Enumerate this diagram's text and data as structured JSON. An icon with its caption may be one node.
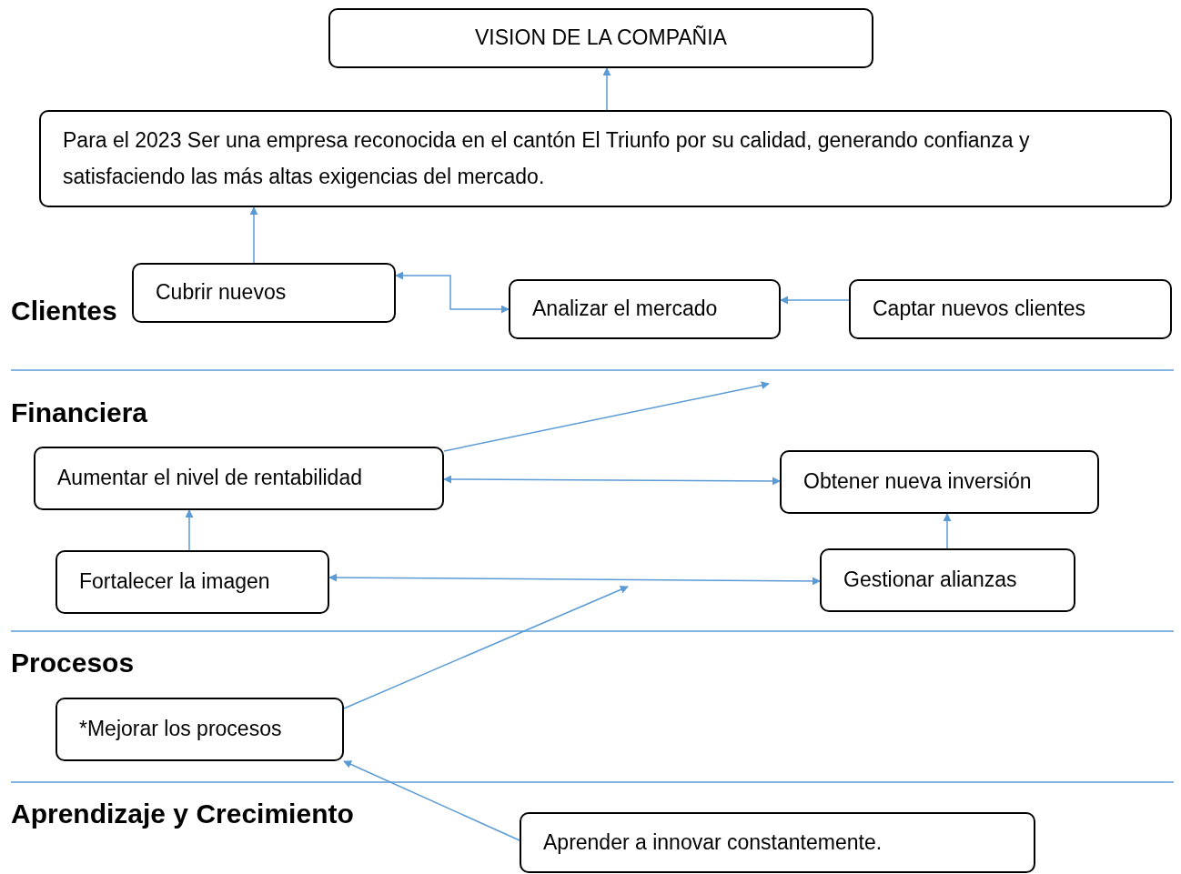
{
  "diagram": {
    "nodes": [
      {
        "text": [
          "VISION DE LA COMPAÑIA"
        ]
      },
      {
        "text": [
          "Para el 2023 Ser una empresa reconocida en el cantón El Triunfo por su calidad, generando confianza y satisfaciendo las más altas exigencias del mercado."
        ]
      },
      {
        "text": [
          "Cubrir nuevos"
        ]
      },
      {
        "text": [
          "Analizar el mercado"
        ]
      },
      {
        "text": [
          "Captar nuevos clientes"
        ]
      },
      {
        "text": [
          "Aumentar el nivel de rentabilidad"
        ]
      },
      {
        "text": [
          "Obtener nueva inversión"
        ]
      },
      {
        "text": [
          "Fortalecer la imagen"
        ]
      },
      {
        "text": [
          "Gestionar alianzas"
        ]
      },
      {
        "text": [
          "*Mejorar los procesos"
        ]
      },
      {
        "text": [
          "Aprender a innovar constantemente."
        ]
      }
    ],
    "edges": [
      {
        "from": 1,
        "to": 0,
        "arrow": "to"
      },
      {
        "from": 2,
        "to": 1,
        "arrow": "to"
      },
      {
        "from": 2,
        "to": 3,
        "arrow": "both"
      },
      {
        "from": 4,
        "to": 3,
        "arrow": "to"
      },
      {
        "from": 5,
        "to": null,
        "arrow": "to"
      },
      {
        "from": 5,
        "to": 6,
        "arrow": "both"
      },
      {
        "from": 7,
        "to": 5,
        "arrow": "to"
      },
      {
        "from": 7,
        "to": 8,
        "arrow": "both"
      },
      {
        "from": 8,
        "to": 6,
        "arrow": "to"
      },
      {
        "from": 9,
        "to": null,
        "arrow": "to"
      },
      {
        "from": 10,
        "to": 9,
        "arrow": "to"
      }
    ],
    "labels": [
      "Clientes",
      "Financiera",
      "Procesos",
      "Aprendizaje y Crecimiento"
    ]
  }
}
